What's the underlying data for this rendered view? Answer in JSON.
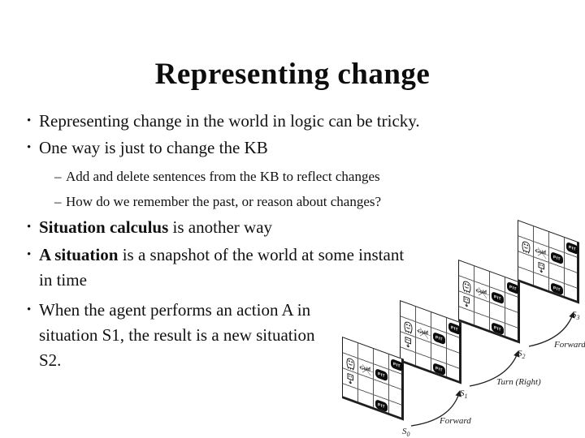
{
  "slide": {
    "title": "Representing change",
    "bullet_markers": {
      "level1": "•",
      "level2": "–"
    },
    "bullets": [
      {
        "level": 1,
        "segments": [
          {
            "text": "Representing change in the world in logic can be tricky.",
            "bold": false
          }
        ]
      },
      {
        "level": 1,
        "segments": [
          {
            "text": "One way is just to change the KB",
            "bold": false
          }
        ]
      },
      {
        "level": 2,
        "segments": [
          {
            "text": "Add and delete sentences from the KB to reflect changes",
            "bold": false
          }
        ]
      },
      {
        "level": 2,
        "segments": [
          {
            "text": "How do we remember the past, or reason about changes?",
            "bold": false
          }
        ]
      },
      {
        "level": 1,
        "segments": [
          {
            "text": "Situation calculus",
            "bold": true
          },
          {
            "text": " is another way",
            "bold": false
          }
        ]
      },
      {
        "level": 1,
        "segments": [
          {
            "text": "A situation",
            "bold": true
          },
          {
            "text": " is a snapshot of the world at some instant in time",
            "bold": false
          }
        ]
      },
      {
        "level": 1,
        "segments": [
          {
            "text": "When the agent performs an action A in situation S1, the result is a new situation S2.",
            "bold": false
          }
        ]
      }
    ]
  },
  "diagram": {
    "pit_label": "PIT",
    "gold_label": "Gold",
    "wumpus_cell": [
      1,
      2
    ],
    "gold_cell": [
      2,
      2
    ],
    "pit_cells": [
      [
        3,
        2
      ],
      [
        4,
        1
      ],
      [
        3,
        4
      ]
    ],
    "grids": [
      {
        "id": "S0",
        "agent": [
          1,
          3
        ]
      },
      {
        "id": "S1",
        "agent": [
          1,
          3
        ]
      },
      {
        "id": "S2",
        "agent": [
          1,
          3
        ]
      },
      {
        "id": "S3",
        "agent": [
          2,
          3
        ]
      }
    ],
    "situation_labels": [
      {
        "text": "S",
        "sub": "0"
      },
      {
        "text": "S",
        "sub": "1"
      },
      {
        "text": "S",
        "sub": "2"
      },
      {
        "text": "S",
        "sub": "3"
      }
    ],
    "action_labels": [
      "Forward",
      "Turn (Right)",
      "Forward"
    ],
    "ink_color": "#1e1e1e"
  }
}
